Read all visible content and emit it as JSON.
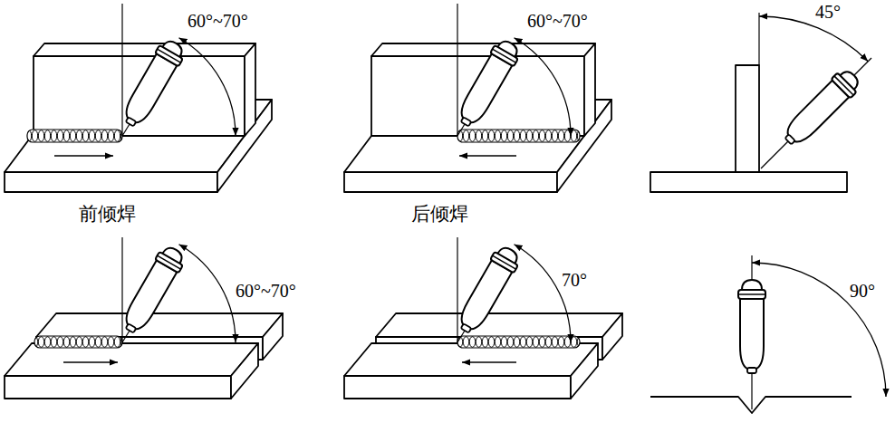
{
  "diagram": {
    "labels": [
      "60°~70°",
      "60°~70°",
      "45°",
      "前倾焊",
      "后倾焊",
      "60°~70°",
      "70°",
      "90°"
    ]
  }
}
